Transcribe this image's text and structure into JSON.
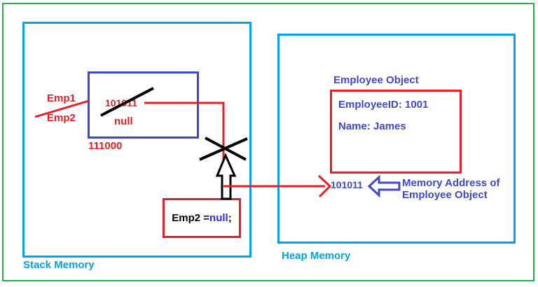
{
  "colors": {
    "border_green": "#22B14C",
    "memory_cyan": "#00A2E8",
    "accent_red": "#ED1C24",
    "object_blue": "#3F48CC",
    "keyword_blue": "#2A2AE8",
    "black": "#000000"
  },
  "stack": {
    "label": "Stack Memory",
    "references": {
      "emp1": "Emp1",
      "emp2": "Emp2"
    },
    "variable_box": {
      "old_value": "101011",
      "new_value": "null",
      "address": "111000"
    },
    "statement": {
      "lhs": "Emp2 = ",
      "keyword": "null",
      "terminator": ";"
    }
  },
  "heap": {
    "label": "Heap Memory",
    "object": {
      "title": "Employee Object",
      "fields": [
        "EmployeeID: 1001",
        "Name: James"
      ]
    },
    "address": "101011",
    "address_note": [
      "Memory Address of",
      "Employee Object"
    ]
  }
}
